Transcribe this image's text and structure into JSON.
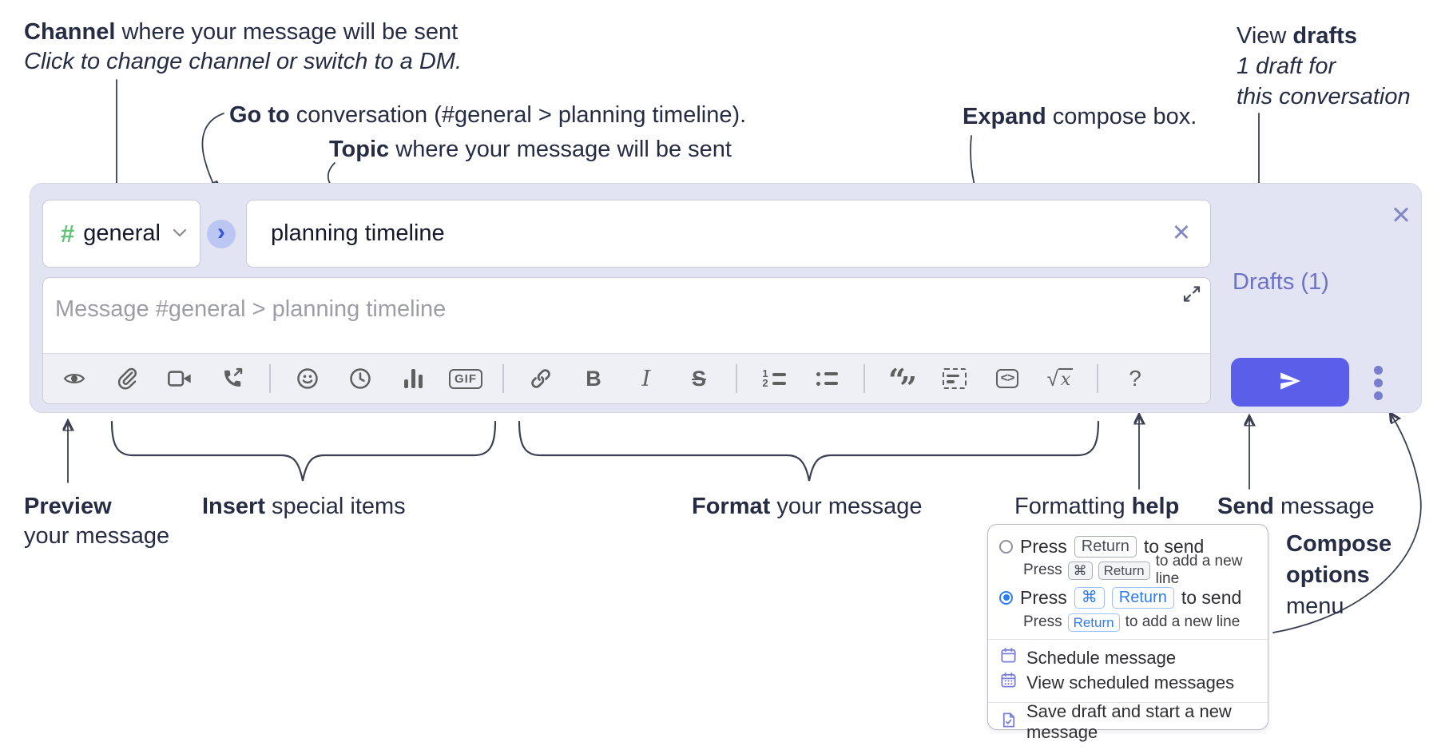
{
  "annotations": {
    "channel": {
      "bold": "Channel",
      "rest": " where your message will be sent",
      "line2": "Click to change channel or switch to a DM."
    },
    "goto": {
      "bold": "Go to",
      "rest": " conversation (#general > planning timeline)."
    },
    "topic": {
      "bold": "Topic",
      "rest": " where your message will be sent"
    },
    "expand": {
      "bold": "Expand",
      "rest": " compose box."
    },
    "view_drafts": {
      "pre": "View ",
      "bold": "drafts",
      "line2": "1 draft for",
      "line3": "this conversation"
    },
    "preview": {
      "bold": "Preview",
      "line2": "your message"
    },
    "insert": {
      "bold": "Insert",
      "rest": " special items"
    },
    "format": {
      "bold": "Format",
      "rest": " your message"
    },
    "formatting_help": {
      "pre": "Formatting ",
      "bold": "help"
    },
    "send": {
      "bold": "Send",
      "rest": " message"
    },
    "compose_options": {
      "line1": "Compose",
      "line2": "options",
      "line3": "menu"
    }
  },
  "compose": {
    "channel": {
      "hash": "#",
      "name": "general"
    },
    "goto_chevron": "›",
    "topic_value": "planning timeline",
    "clear_x": "✕",
    "close_x": "✕",
    "message_placeholder": "Message #general > planning timeline",
    "drafts_link": "Drafts (1)"
  },
  "toolbar": {
    "gif": "GIF",
    "bold": "B",
    "italic": "I",
    "strike": "S",
    "quote_open": "“",
    "quote_close": "”",
    "code": "<>",
    "sqrt": "√",
    "math_x": "x",
    "ol_1": "1",
    "ol_2": "2",
    "help": "?"
  },
  "menu": {
    "opt1": {
      "press": "Press",
      "key": "Return",
      "suffix": "to send"
    },
    "opt1_sub": {
      "press": "Press",
      "key1": "⌘",
      "key2": "Return",
      "suffix": "to add a new line"
    },
    "opt2": {
      "press": "Press",
      "key1": "⌘",
      "key2": "Return",
      "suffix": "to send"
    },
    "opt2_sub": {
      "press": "Press",
      "key": "Return",
      "suffix": "to add a new line"
    },
    "items": [
      {
        "label": "Schedule message"
      },
      {
        "label": "View scheduled messages"
      },
      {
        "label": "Save draft and start a new message"
      }
    ]
  },
  "colors": {
    "send_button": "#5a5ee8",
    "compose_bg": "#e2e4f3",
    "drafts_link": "#6d72c4",
    "hash_green": "#5fc576",
    "radio_blue": "#2e7cf2",
    "menu_icon": "#7a7fd4",
    "ink": "#272c45"
  }
}
